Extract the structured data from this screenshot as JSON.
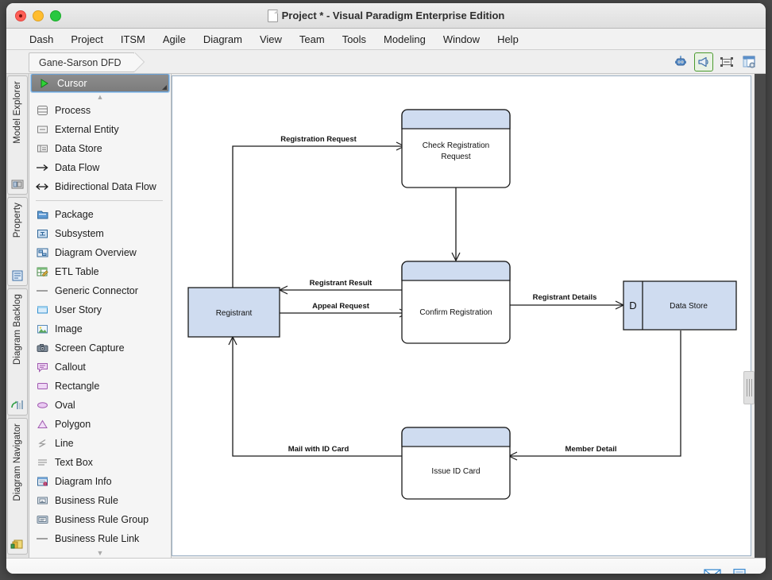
{
  "window": {
    "title": "Project * - Visual Paradigm Enterprise Edition",
    "doc_icon": "document-icon",
    "controls": {
      "close": "close-button",
      "minimize": "minimize-button",
      "zoom": "zoom-button"
    }
  },
  "menubar": {
    "items": [
      {
        "label": "Dash"
      },
      {
        "label": "Project"
      },
      {
        "label": "ITSM"
      },
      {
        "label": "Agile"
      },
      {
        "label": "Diagram"
      },
      {
        "label": "View"
      },
      {
        "label": "Team"
      },
      {
        "label": "Tools"
      },
      {
        "label": "Modeling"
      },
      {
        "label": "Window"
      },
      {
        "label": "Help"
      }
    ]
  },
  "tabrow": {
    "breadcrumb": "Gane-Sarson DFD",
    "tools": [
      {
        "name": "ai-robot-icon",
        "active": false
      },
      {
        "name": "megaphone-icon",
        "active": true
      },
      {
        "name": "fit-to-screen-icon",
        "active": false
      },
      {
        "name": "panel-layout-icon",
        "active": false
      }
    ]
  },
  "vertical_tabs": [
    {
      "label": "Model Explorer",
      "icon": "model-explorer-icon"
    },
    {
      "label": "Property",
      "icon": "property-icon"
    },
    {
      "label": "Diagram Backlog",
      "icon": "diagram-backlog-icon"
    },
    {
      "label": "Diagram Navigator",
      "icon": "diagram-navigator-icon"
    }
  ],
  "palette": {
    "selected": "Cursor",
    "scroll_up": "scroll-up-arrow",
    "scroll_down": "scroll-down-arrow",
    "groups": [
      {
        "items": [
          {
            "label": "Cursor",
            "icon": "cursor-arrow-icon",
            "selected": true
          }
        ]
      },
      {
        "items": [
          {
            "label": "Process",
            "icon": "process-icon"
          },
          {
            "label": "External Entity",
            "icon": "external-entity-icon"
          },
          {
            "label": "Data Store",
            "icon": "data-store-icon"
          },
          {
            "label": "Data Flow",
            "icon": "data-flow-arrow-icon"
          },
          {
            "label": "Bidirectional Data Flow",
            "icon": "bidirectional-arrow-icon"
          }
        ]
      },
      {
        "items": [
          {
            "label": "Package",
            "icon": "package-icon"
          },
          {
            "label": "Subsystem",
            "icon": "subsystem-icon"
          },
          {
            "label": "Diagram Overview",
            "icon": "diagram-overview-icon"
          },
          {
            "label": "ETL Table",
            "icon": "etl-table-icon"
          },
          {
            "label": "Generic Connector",
            "icon": "generic-connector-icon"
          },
          {
            "label": "User Story",
            "icon": "user-story-icon"
          },
          {
            "label": "Image",
            "icon": "image-icon"
          },
          {
            "label": "Screen Capture",
            "icon": "screen-capture-icon"
          },
          {
            "label": "Callout",
            "icon": "callout-icon"
          },
          {
            "label": "Rectangle",
            "icon": "rectangle-icon"
          },
          {
            "label": "Oval",
            "icon": "oval-icon"
          },
          {
            "label": "Polygon",
            "icon": "polygon-icon"
          },
          {
            "label": "Line",
            "icon": "line-icon"
          },
          {
            "label": "Text Box",
            "icon": "text-box-icon"
          },
          {
            "label": "Diagram Info",
            "icon": "diagram-info-icon"
          },
          {
            "label": "Business Rule",
            "icon": "business-rule-icon"
          },
          {
            "label": "Business Rule Group",
            "icon": "business-rule-group-icon"
          },
          {
            "label": "Business Rule Link",
            "icon": "business-rule-link-icon"
          }
        ]
      }
    ]
  },
  "diagram": {
    "type": "Gane-Sarson DFD",
    "colors": {
      "node_fill": "#cfdcf0",
      "process_body": "#ffffff",
      "stroke": "#1a1a1a"
    },
    "nodes": [
      {
        "id": "check",
        "kind": "process",
        "label": "Check Registration Request"
      },
      {
        "id": "confirm",
        "kind": "process",
        "label": "Confirm Registration"
      },
      {
        "id": "issue",
        "kind": "process",
        "label": "Issue ID Card"
      },
      {
        "id": "registrant",
        "kind": "external-entity",
        "label": "Registrant"
      },
      {
        "id": "datastore",
        "kind": "data-store",
        "label": "Data Store",
        "marker": "D"
      }
    ],
    "flows": [
      {
        "id": "f1",
        "label": "Registration Request",
        "from": "registrant",
        "to": "check"
      },
      {
        "id": "f2",
        "label": "",
        "from": "check",
        "to": "confirm"
      },
      {
        "id": "f3",
        "label": "Registrant Result",
        "from": "confirm",
        "to": "registrant"
      },
      {
        "id": "f4",
        "label": "Appeal Request",
        "from": "registrant",
        "to": "confirm"
      },
      {
        "id": "f5",
        "label": "Registrant Details",
        "from": "confirm",
        "to": "datastore"
      },
      {
        "id": "f6",
        "label": "Member Detail",
        "from": "datastore",
        "to": "issue"
      },
      {
        "id": "f7",
        "label": "Mail with ID Card",
        "from": "issue",
        "to": "registrant"
      }
    ],
    "splitter": "canvas-splitter-handle"
  },
  "statusbar": {
    "icons": [
      {
        "name": "mail-icon"
      },
      {
        "name": "notes-edit-icon"
      }
    ]
  }
}
